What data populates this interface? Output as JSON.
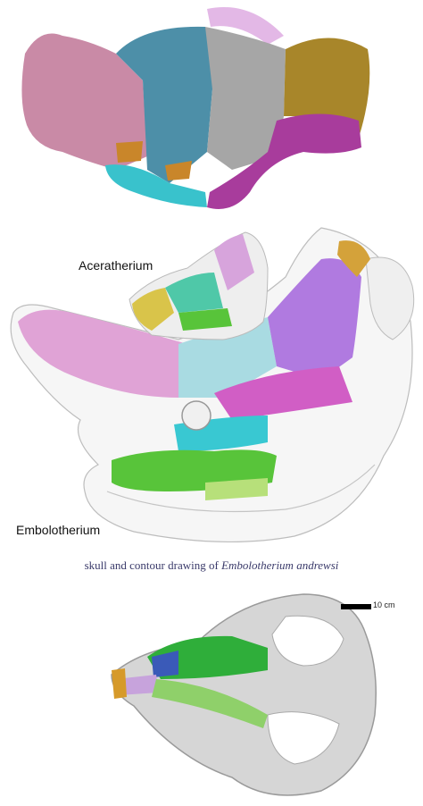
{
  "labels": {
    "acer": "Aceratherium",
    "embo": "Embolotherium"
  },
  "caption": {
    "prefix": "skull and contour drawing of ",
    "species": "Embolotherium andrewsi"
  },
  "scale": {
    "label": "10 cm"
  },
  "colors": {
    "pink": "#c98aa6",
    "blue": "#4d8fa8",
    "gray": "#a6a6a6",
    "gold": "#a8862a",
    "magenta": "#a83c9c",
    "cyan": "#39c2cc",
    "lavender": "#d7a4dc",
    "green": "#58c43a",
    "lightgreen": "#b7e07a",
    "purple": "#b07ae0"
  }
}
